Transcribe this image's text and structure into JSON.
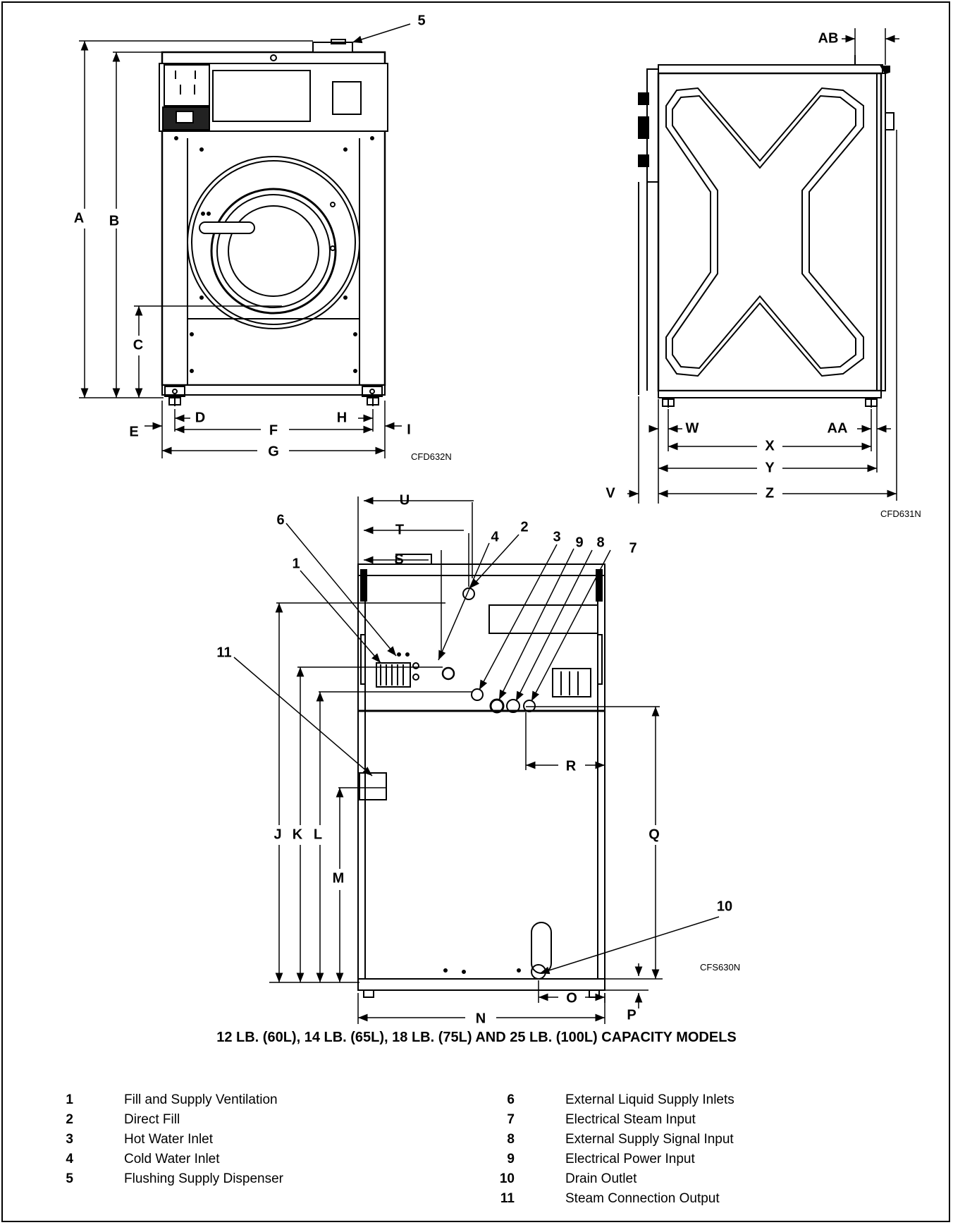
{
  "figure_ids": {
    "front": "CFD632N",
    "side": "CFD631N",
    "rear": "CFS630N"
  },
  "dimension_labels": {
    "A": "A",
    "B": "B",
    "C": "C",
    "D": "D",
    "E": "E",
    "F": "F",
    "G": "G",
    "H": "H",
    "I": "I",
    "J": "J",
    "K": "K",
    "L": "L",
    "M": "M",
    "N": "N",
    "O": "O",
    "P": "P",
    "Q": "Q",
    "R": "R",
    "S": "S",
    "T": "T",
    "U": "U",
    "V": "V",
    "W": "W",
    "X": "X",
    "Y": "Y",
    "Z": "Z",
    "AA": "AA",
    "AB": "AB"
  },
  "callouts": {
    "c1": "1",
    "c2": "2",
    "c3": "3",
    "c4": "4",
    "c5": "5",
    "c6": "6",
    "c7": "7",
    "c8": "8",
    "c9": "9",
    "c10": "10",
    "c11": "11"
  },
  "caption": "12 LB. (60L), 14 LB. (65L), 18 LB. (75L) AND 25 LB. (100L) CAPACITY MODELS",
  "legend_left": [
    {
      "num": "1",
      "text": "Fill and Supply Ventilation"
    },
    {
      "num": "2",
      "text": "Direct Fill"
    },
    {
      "num": "3",
      "text": "Hot Water Inlet"
    },
    {
      "num": "4",
      "text": "Cold Water Inlet"
    },
    {
      "num": "5",
      "text": "Flushing Supply Dispenser"
    }
  ],
  "legend_right": [
    {
      "num": "6",
      "text": "External Liquid Supply Inlets"
    },
    {
      "num": "7",
      "text": "Electrical Steam Input"
    },
    {
      "num": "8",
      "text": "External Supply Signal Input"
    },
    {
      "num": "9",
      "text": "Electrical Power Input"
    },
    {
      "num": "10",
      "text": "Drain Outlet"
    },
    {
      "num": "11",
      "text": "Steam Connection Output"
    }
  ]
}
